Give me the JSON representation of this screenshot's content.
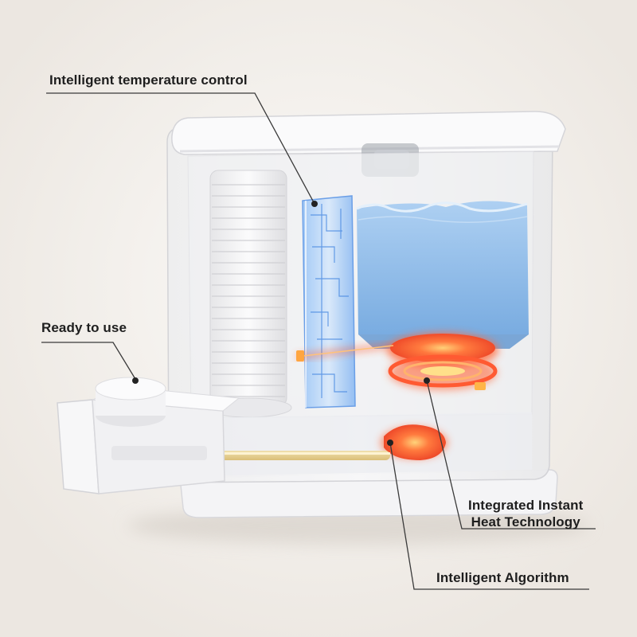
{
  "annotations": {
    "temperature_control": "Intelligent temperature control",
    "ready_to_use": "Ready to use",
    "instant_heat_line1": "Integrated Instant",
    "instant_heat_line2": "Heat Technology",
    "algorithm": "Intelligent Algorithm"
  },
  "colors": {
    "background": "#f3f0ec",
    "water_blue": "#7fb3e6",
    "heater_orange": "#ff6a3d",
    "circuit_blue": "#6ea8ef",
    "leader_line": "#3a3a3a"
  }
}
